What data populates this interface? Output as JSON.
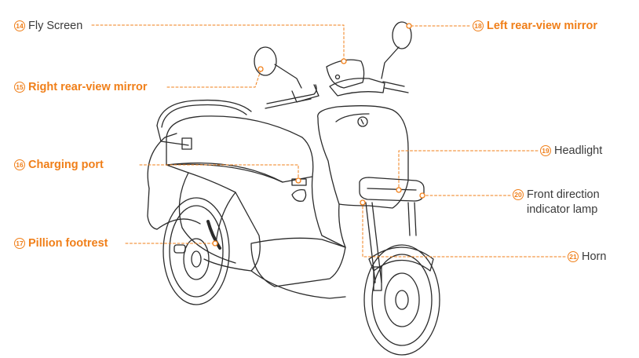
{
  "accent_color": "#f07f19",
  "line_color": "#2b2b2b",
  "labels": {
    "l14": {
      "num": "14",
      "text": "Fly Screen"
    },
    "l15": {
      "num": "15",
      "text": "Right rear-view mirror"
    },
    "l16": {
      "num": "16",
      "text": "Charging port"
    },
    "l17": {
      "num": "17",
      "text": "Pillion footrest"
    },
    "l18": {
      "num": "18",
      "text": "Left rear-view mirror"
    },
    "l19": {
      "num": "19",
      "text": "Headlight"
    },
    "l20": {
      "num": "20",
      "line1": "Front direction",
      "line2": "indicator lamp"
    },
    "l21": {
      "num": "21",
      "text": "Horn"
    }
  }
}
